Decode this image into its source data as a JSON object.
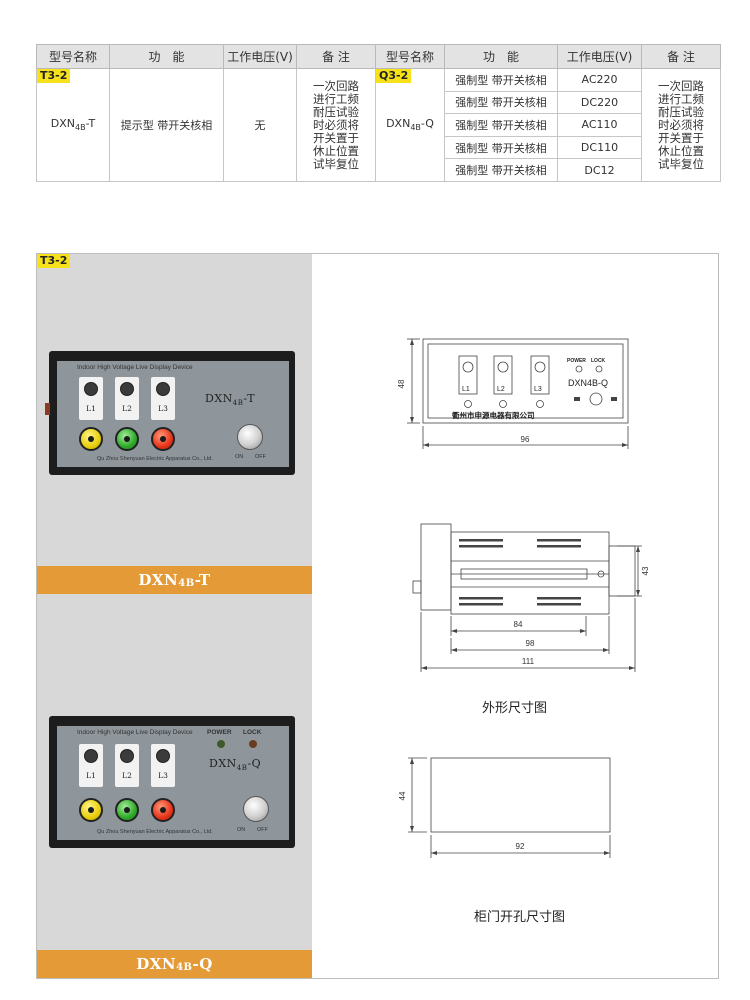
{
  "table": {
    "headers": [
      "型号名称",
      "功　能",
      "工作电压(V)",
      "备 注",
      "型号名称",
      "功　能",
      "工作电压(V)",
      "备 注"
    ],
    "left": {
      "tag": "T3-2",
      "model": "DXN",
      "model_sub": "4B",
      "model_suffix": "-T",
      "function": "提示型 带开关核相",
      "voltage": "无",
      "note_lines": [
        "一次回路",
        "进行工频",
        "耐压试验",
        "时必须将",
        "开关置于",
        "休止位置",
        "试毕复位"
      ]
    },
    "right": {
      "tag": "Q3-2",
      "model": "DXN",
      "model_sub": "4B",
      "model_suffix": "-Q",
      "rows": [
        {
          "function": "强制型 带开关核相",
          "voltage": "AC220"
        },
        {
          "function": "强制型 带开关核相",
          "voltage": "DC220"
        },
        {
          "function": "强制型 带开关核相",
          "voltage": "AC110"
        },
        {
          "function": "强制型 带开关核相",
          "voltage": "DC110"
        },
        {
          "function": "强制型 带开关核相",
          "voltage": "DC12"
        }
      ],
      "note_lines": [
        "一次回路",
        "进行工频",
        "耐压试验",
        "时必须将",
        "开关置于",
        "休止位置",
        "试毕复位"
      ]
    }
  },
  "panel": {
    "tag": "T3-2",
    "device_t": {
      "title": "Indoor High Voltage Live Display Device",
      "model": "DXN",
      "model_sub": "4B",
      "model_suffix": "-T",
      "lamps": [
        "L1",
        "L2",
        "L3"
      ],
      "company": "Qu Zhou Shenyuan Electric Apparatus Co., Ltd.",
      "switch_on": "ON",
      "switch_off": "OFF",
      "band_model": "DXN",
      "band_sub": "4B",
      "band_suffix": "-T"
    },
    "device_q": {
      "title": "Indoor High Voltage Live Display Device",
      "power": "POWER",
      "lock": "LOCK",
      "model": "DXN",
      "model_sub": "4B",
      "model_suffix": "-Q",
      "lamps": [
        "L1",
        "L2",
        "L3"
      ],
      "company": "Qu Zhou Shenyuan Electric Apparatus Co., Ltd.",
      "switch_on": "ON",
      "switch_off": "OFF",
      "band_model": "DXN",
      "band_sub": "4B",
      "band_suffix": "-Q"
    },
    "front_view": {
      "lamps": [
        "L1",
        "L2",
        "L3"
      ],
      "power": "POWER",
      "lock": "LOCK",
      "model": "DXN4B-Q",
      "company_cn": "衢州市申源电器有限公司",
      "height_dim": "48",
      "width_dim": "96"
    },
    "side_view": {
      "height_dim": "43",
      "dim_84": "84",
      "dim_98": "98",
      "dim_111": "111"
    },
    "outline_caption": "外形尺寸图",
    "cutout": {
      "height_dim": "44",
      "width_dim": "92",
      "caption": "柜门开孔尺寸图"
    }
  }
}
